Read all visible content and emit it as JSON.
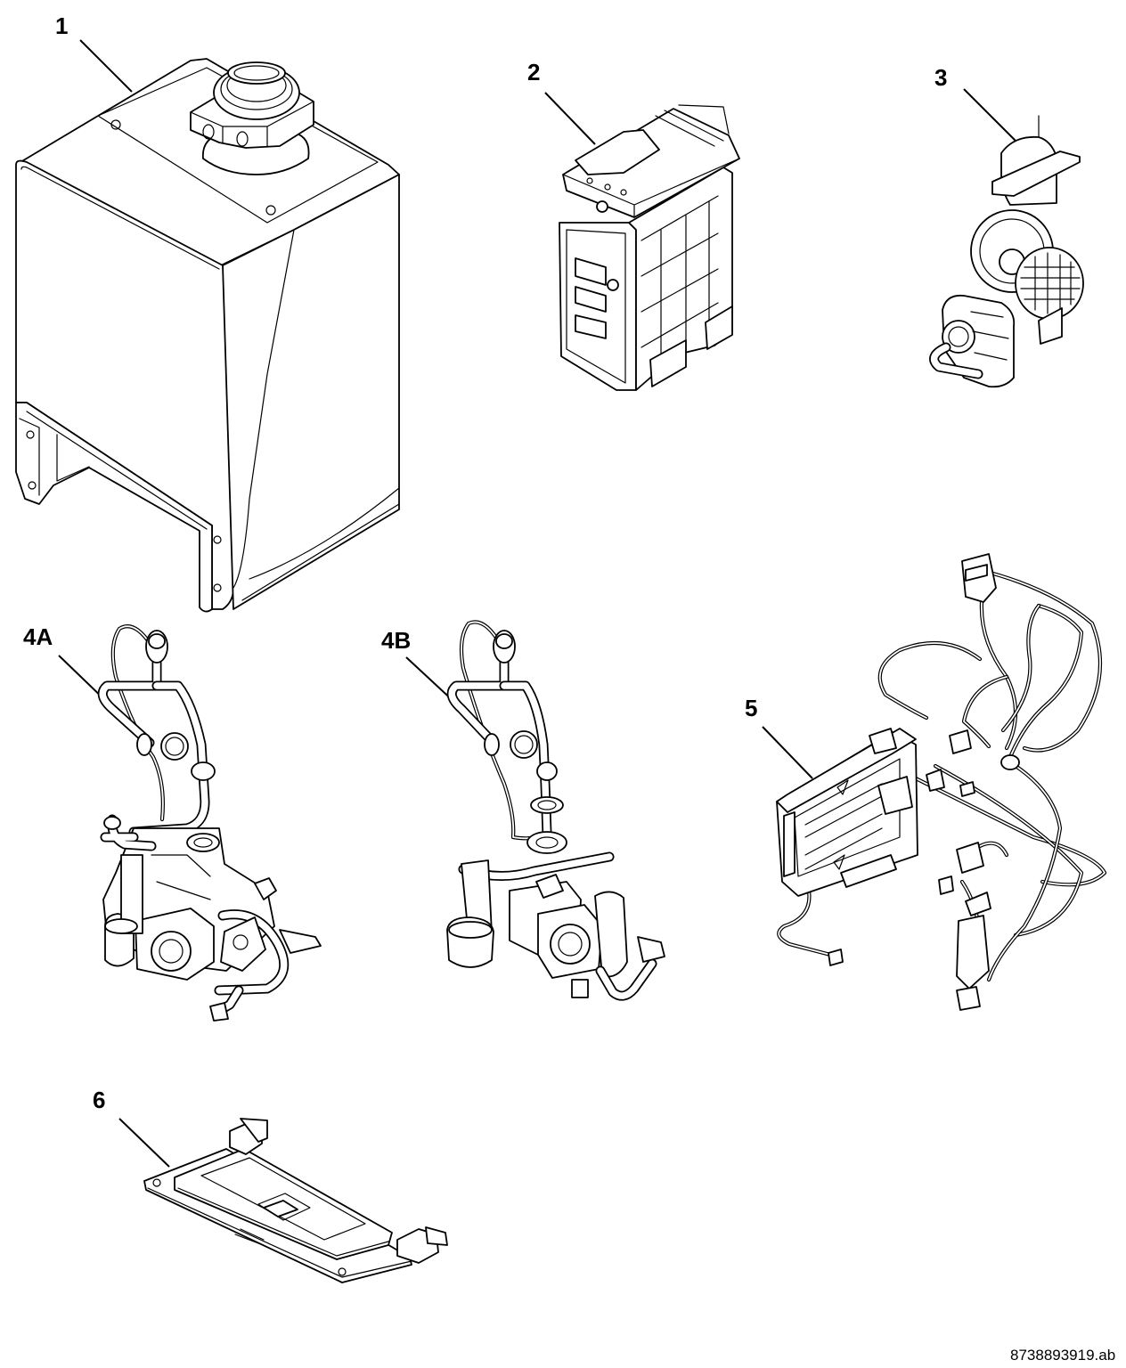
{
  "diagram": {
    "callouts": [
      {
        "id": "1",
        "label": "1"
      },
      {
        "id": "2",
        "label": "2"
      },
      {
        "id": "3",
        "label": "3"
      },
      {
        "id": "4A",
        "label": "4A"
      },
      {
        "id": "4B",
        "label": "4B"
      },
      {
        "id": "5",
        "label": "5"
      },
      {
        "id": "6",
        "label": "6"
      }
    ],
    "reference_code": "8738893919.ab"
  }
}
